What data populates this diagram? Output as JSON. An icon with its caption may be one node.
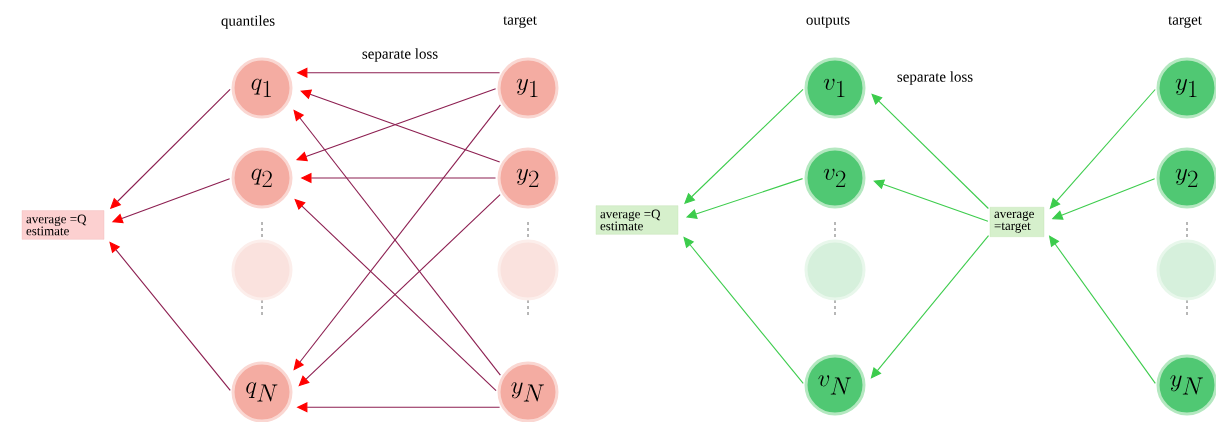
{
  "diagram": {
    "nodes": [
      {
        "text": [
          "average =Q estimate"
        ]
      },
      {
        "text": [
          "q_1"
        ]
      },
      {
        "text": [
          "q_2"
        ]
      },
      {
        "text": [],
        "shape": "circle"
      },
      {
        "text": [
          "q_N"
        ]
      },
      {
        "text": [
          "y_1"
        ]
      },
      {
        "text": [
          "y_2"
        ]
      },
      {
        "text": [],
        "shape": "circle"
      },
      {
        "text": [
          "y_N"
        ]
      },
      {
        "text": [
          "average =Q estimate"
        ]
      },
      {
        "text": [
          "v_1"
        ]
      },
      {
        "text": [
          "v_2"
        ]
      },
      {
        "text": [],
        "shape": "circle"
      },
      {
        "text": [
          "v_N"
        ]
      },
      {
        "text": [
          "average =target"
        ]
      },
      {
        "text": [
          "y_1"
        ]
      },
      {
        "text": [
          "y_2"
        ]
      },
      {
        "text": [],
        "shape": "circle"
      },
      {
        "text": [
          "y_N"
        ]
      }
    ],
    "edges": [
      {
        "from": 1,
        "to": 0,
        "arrow": "to"
      },
      {
        "from": 2,
        "to": 0,
        "arrow": "to"
      },
      {
        "from": 4,
        "to": 0,
        "arrow": "to"
      },
      {
        "from": 5,
        "to": 1,
        "arrow": "to"
      },
      {
        "from": 5,
        "to": 2,
        "arrow": "to"
      },
      {
        "from": 5,
        "to": 4,
        "arrow": "to"
      },
      {
        "from": 6,
        "to": 1,
        "arrow": "to"
      },
      {
        "from": 6,
        "to": 2,
        "arrow": "to"
      },
      {
        "from": 6,
        "to": 4,
        "arrow": "to"
      },
      {
        "from": 8,
        "to": 1,
        "arrow": "to"
      },
      {
        "from": 8,
        "to": 2,
        "arrow": "to"
      },
      {
        "from": 8,
        "to": 4,
        "arrow": "to"
      },
      {
        "from": 10,
        "to": 9,
        "arrow": "to",
        "color": "#3ccc4c"
      },
      {
        "from": 11,
        "to": 9,
        "arrow": "to",
        "color": "#3ccc4c"
      },
      {
        "from": 13,
        "to": 9,
        "arrow": "to",
        "color": "#3ccc4c"
      },
      {
        "from": 14,
        "to": 10,
        "arrow": "to",
        "color": "#3ccc4c"
      },
      {
        "from": 14,
        "to": 11,
        "arrow": "to",
        "color": "#3ccc4c"
      },
      {
        "from": 14,
        "to": 13,
        "arrow": "to",
        "color": "#3ccc4c"
      },
      {
        "from": 15,
        "to": 14,
        "arrow": "to",
        "color": "#3ccc4c"
      },
      {
        "from": 16,
        "to": 14,
        "arrow": "to",
        "color": "#3ccc4c"
      },
      {
        "from": 18,
        "to": 14,
        "arrow": "to",
        "color": "#3ccc4c"
      }
    ],
    "labels": [
      "quantiles",
      "separate loss",
      "target",
      "outputs",
      "separate loss",
      "target"
    ]
  }
}
